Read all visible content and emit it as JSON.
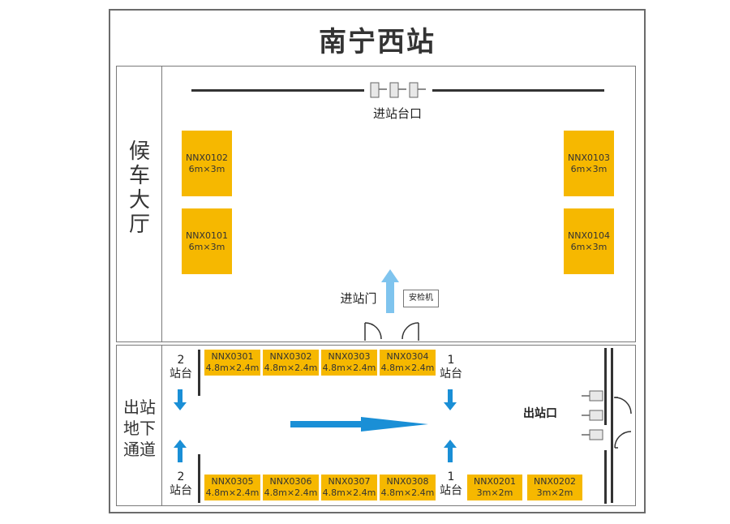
{
  "title": "南宁西站",
  "waiting_hall": {
    "label": "候车大厅",
    "gate_label": "进站台口",
    "entrance_label": "进站门",
    "security_label": "安检机",
    "booths": [
      {
        "code": "NNX0102",
        "size": "6m×3m"
      },
      {
        "code": "NNX0101",
        "size": "6m×3m"
      },
      {
        "code": "NNX0103",
        "size": "6m×3m"
      },
      {
        "code": "NNX0104",
        "size": "6m×3m"
      }
    ]
  },
  "tunnel": {
    "label": "出站地下通道",
    "exit_label": "出站口",
    "platform_labels": {
      "left_top_num": "2",
      "left_top_text": "站台",
      "left_bot_num": "2",
      "left_bot_text": "站台",
      "mid_top_num": "1",
      "mid_top_text": "站台",
      "mid_bot_num": "1",
      "mid_bot_text": "站台"
    },
    "top_booths": [
      {
        "code": "NNX0301",
        "size": "4.8m×2.4m"
      },
      {
        "code": "NNX0302",
        "size": "4.8m×2.4m"
      },
      {
        "code": "NNX0303",
        "size": "4.8m×2.4m"
      },
      {
        "code": "NNX0304",
        "size": "4.8m×2.4m"
      }
    ],
    "bottom_booths": [
      {
        "code": "NNX0305",
        "size": "4.8m×2.4m"
      },
      {
        "code": "NNX0306",
        "size": "4.8m×2.4m"
      },
      {
        "code": "NNX0307",
        "size": "4.8m×2.4m"
      },
      {
        "code": "NNX0308",
        "size": "4.8m×2.4m"
      },
      {
        "code": "NNX0201",
        "size": "3m×2m"
      },
      {
        "code": "NNX0202",
        "size": "3m×2m"
      }
    ]
  },
  "colors": {
    "booth": "#f6b800",
    "arrow": "#1a8fd6",
    "arrow_light": "#7fc4ee"
  }
}
